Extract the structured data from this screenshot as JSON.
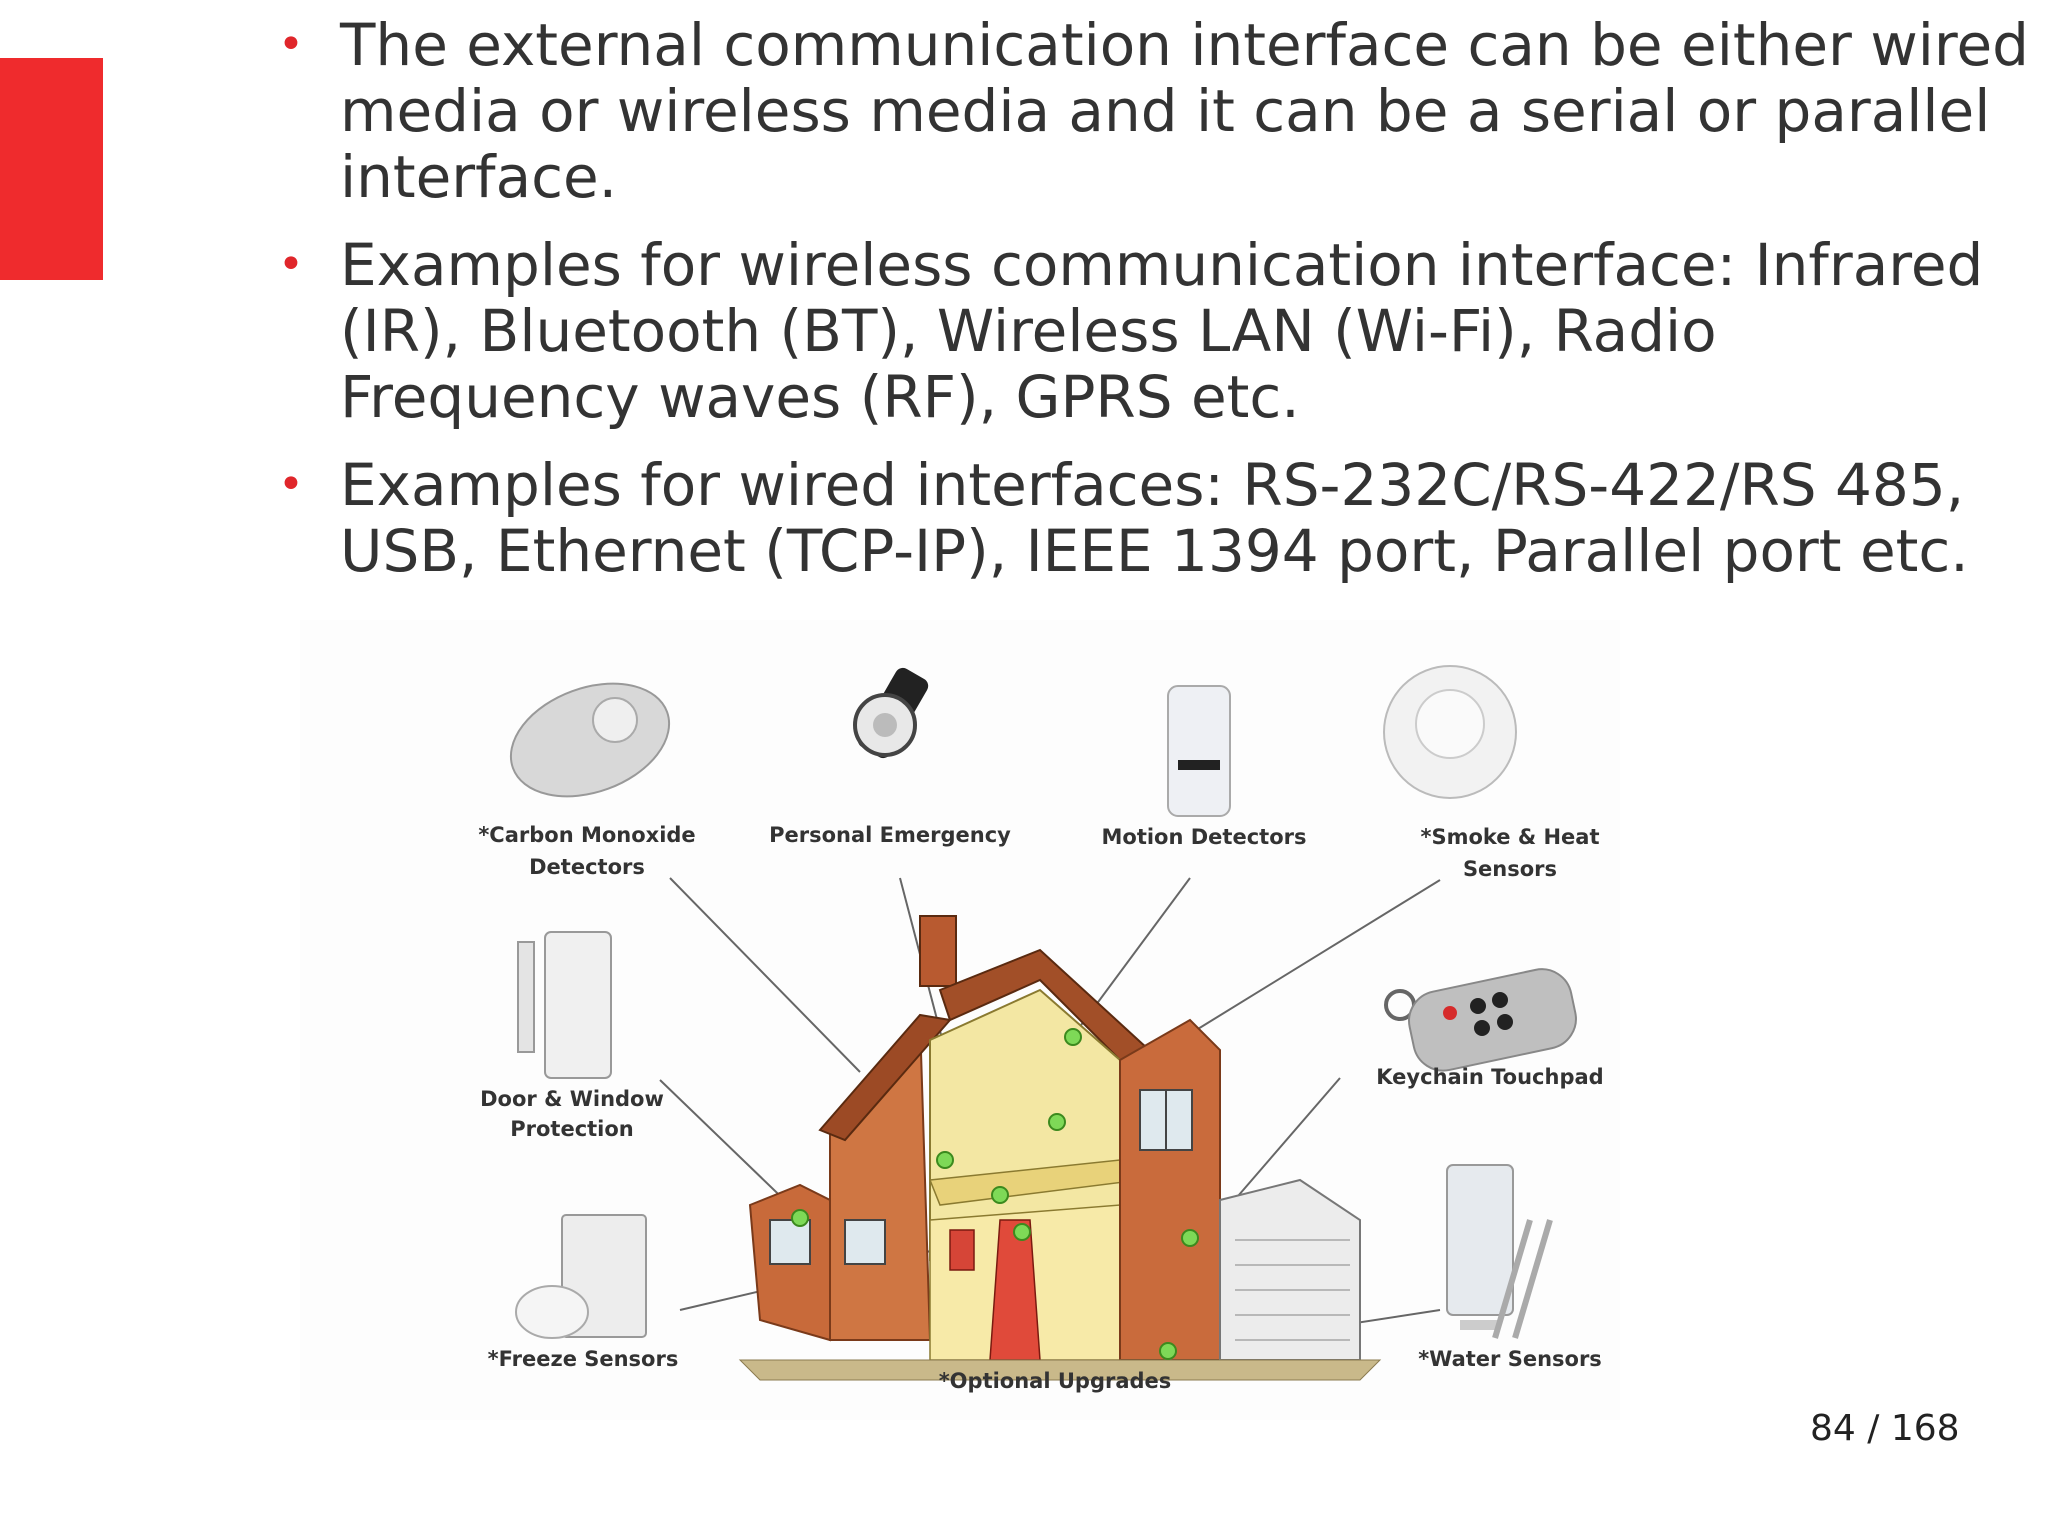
{
  "bullets": [
    "The external communication interface can be either wired media or wireless media and it can be a serial or parallel interface.",
    "Examples for wireless communication interface: Infrared (IR), Bluetooth (BT), Wireless LAN (Wi-Fi), Radio Frequency waves (RF), GPRS etc.",
    "Examples for wired interfaces: RS-232C/RS-422/RS 485, USB, Ethernet (TCP-IP), IEEE 1394 port, Parallel port etc."
  ],
  "bullet_symbol": "•",
  "figure": {
    "labels": {
      "carbon_monoxide_1": "*Carbon Monoxide",
      "carbon_monoxide_2": "Detectors",
      "personal_emergency": "Personal Emergency",
      "motion_detectors": "Motion Detectors",
      "smoke_heat_1": "*Smoke & Heat",
      "smoke_heat_2": "Sensors",
      "door_window_1": "Door & Window",
      "door_window_2": "Protection",
      "keychain_touchpad": "Keychain Touchpad",
      "freeze_sensors": "*Freeze Sensors",
      "optional_upgrades": "*Optional Upgrades",
      "water_sensors": "*Water Sensors"
    }
  },
  "page_number": "84 / 168",
  "colors": {
    "accent_red": "#ef2b2d",
    "text": "#333333"
  }
}
